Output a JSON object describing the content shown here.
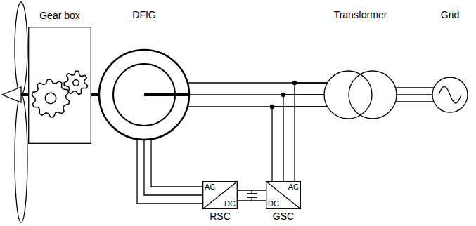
{
  "diagram": {
    "nodes": [
      {
        "text": [
          "Gear box"
        ]
      },
      {
        "text": [
          "DFIG"
        ]
      },
      {
        "text": [
          "Transformer"
        ]
      },
      {
        "text": [
          "Grid"
        ]
      },
      {
        "text": [
          "AC",
          "DC",
          "RSC"
        ]
      },
      {
        "text": [
          "AC",
          "DC",
          "GSC"
        ]
      }
    ],
    "edges": [
      {
        "from": 0,
        "to": 1,
        "arrow": "none"
      },
      {
        "from": 1,
        "to": 2,
        "arrow": "none"
      },
      {
        "from": 1,
        "to": 4,
        "arrow": "none"
      },
      {
        "from": 4,
        "to": 5,
        "arrow": "none"
      },
      {
        "from": 5,
        "to": 2,
        "arrow": "none"
      },
      {
        "from": 2,
        "to": 3,
        "arrow": "none"
      }
    ]
  }
}
